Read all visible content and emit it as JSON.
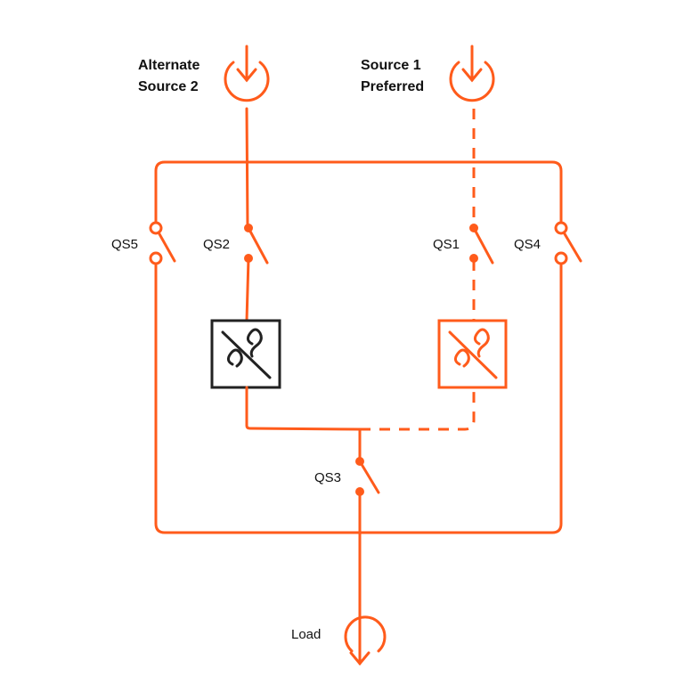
{
  "colors": {
    "accent": "#FF5B1B",
    "ink": "#222222"
  },
  "sources": {
    "alternate": {
      "line1": "Alternate",
      "line2": "Source 2"
    },
    "preferred": {
      "line1": "Source 1",
      "line2": "Preferred"
    }
  },
  "switches": {
    "qs1": "QS1",
    "qs2": "QS2",
    "qs3": "QS3",
    "qs4": "QS4",
    "qs5": "QS5"
  },
  "load": "Load"
}
